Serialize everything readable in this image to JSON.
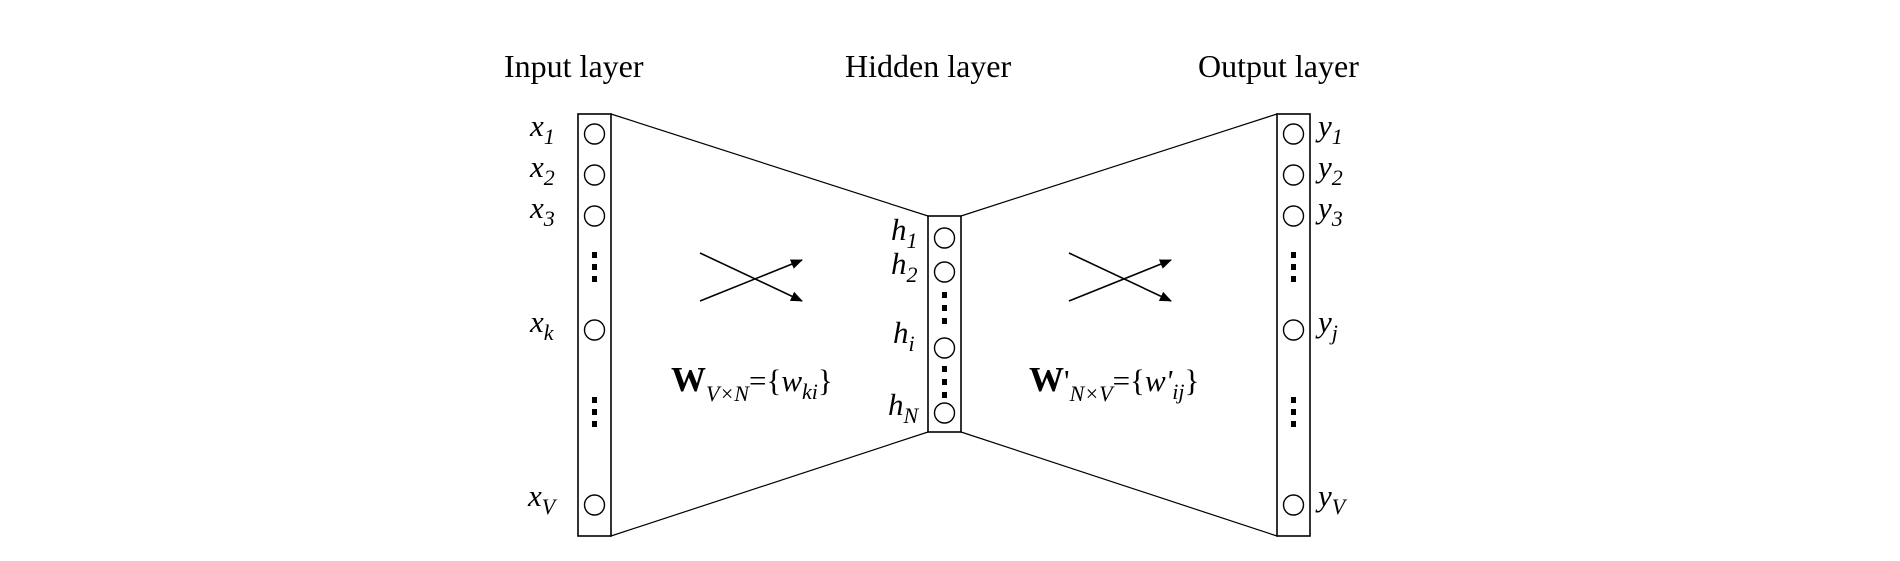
{
  "layers": {
    "input": {
      "title": "Input layer"
    },
    "hidden": {
      "title": "Hidden layer"
    },
    "output": {
      "title": "Output layer"
    }
  },
  "input_labels": [
    {
      "base": "x",
      "sub": "1"
    },
    {
      "base": "x",
      "sub": "2"
    },
    {
      "base": "x",
      "sub": "3"
    },
    {
      "base": "x",
      "sub": "k"
    },
    {
      "base": "x",
      "sub": "V"
    }
  ],
  "hidden_labels": [
    {
      "base": "h",
      "sub": "1"
    },
    {
      "base": "h",
      "sub": "2"
    },
    {
      "base": "h",
      "sub": "i"
    },
    {
      "base": "h",
      "sub": "N"
    }
  ],
  "output_labels": [
    {
      "base": "y",
      "sub": "1"
    },
    {
      "base": "y",
      "sub": "2"
    },
    {
      "base": "y",
      "sub": "3"
    },
    {
      "base": "y",
      "sub": "j"
    },
    {
      "base": "y",
      "sub": "V"
    }
  ],
  "weights": {
    "input_hidden": {
      "symbol": "W",
      "subscript": "V×N",
      "equals": "=",
      "open": "{",
      "element": "w",
      "element_sub": "ki",
      "close": "}"
    },
    "hidden_output": {
      "symbol": "W",
      "prime": "'",
      "subscript": "N×V",
      "equals": "=",
      "open": "{",
      "element": "w'",
      "element_sub": "ij",
      "close": "}"
    }
  }
}
